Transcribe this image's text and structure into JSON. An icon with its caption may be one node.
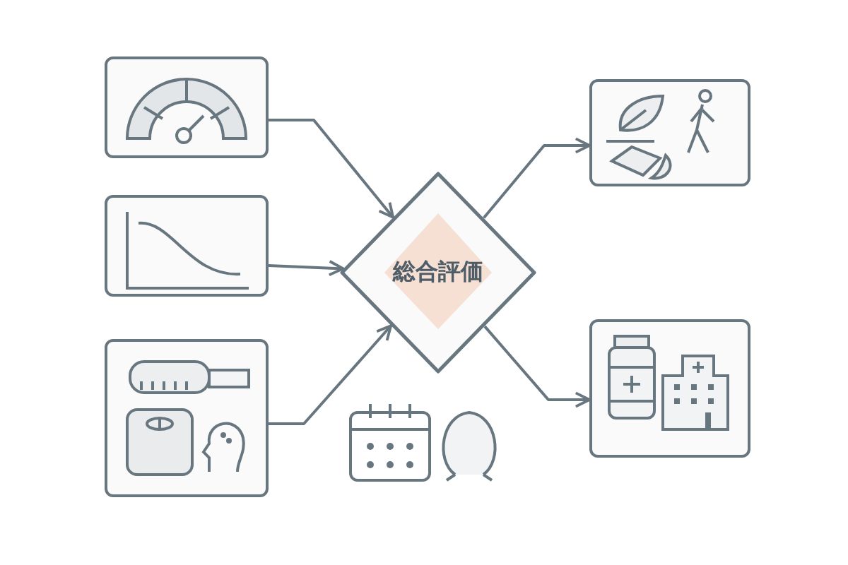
{
  "diagram": {
    "nodes": [
      {
        "text": [],
        "shape": "picture"
      },
      {
        "text": [],
        "shape": "picture"
      },
      {
        "text": [],
        "shape": "picture"
      },
      {
        "text": [
          "総合評価"
        ]
      },
      {
        "text": [],
        "shape": "picture"
      },
      {
        "text": [],
        "shape": "picture"
      }
    ],
    "edges": [
      {
        "from": 0,
        "to": 3,
        "arrow": "to"
      },
      {
        "from": 1,
        "to": 3,
        "arrow": "to"
      },
      {
        "from": 2,
        "to": 3,
        "arrow": "to"
      },
      {
        "from": 3,
        "to": 4,
        "arrow": "to"
      },
      {
        "from": 3,
        "to": 5,
        "arrow": "to"
      }
    ]
  }
}
